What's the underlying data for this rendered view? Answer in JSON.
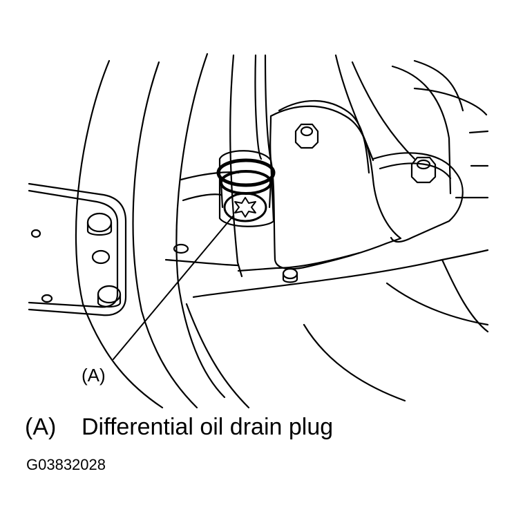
{
  "diagram": {
    "callout": {
      "label": "(A)"
    },
    "legend": [
      {
        "key": "(A)",
        "description": "Differential oil drain plug"
      }
    ],
    "figure_id": "G03832028"
  },
  "colors": {
    "ink": "#000000",
    "paper": "#ffffff"
  }
}
